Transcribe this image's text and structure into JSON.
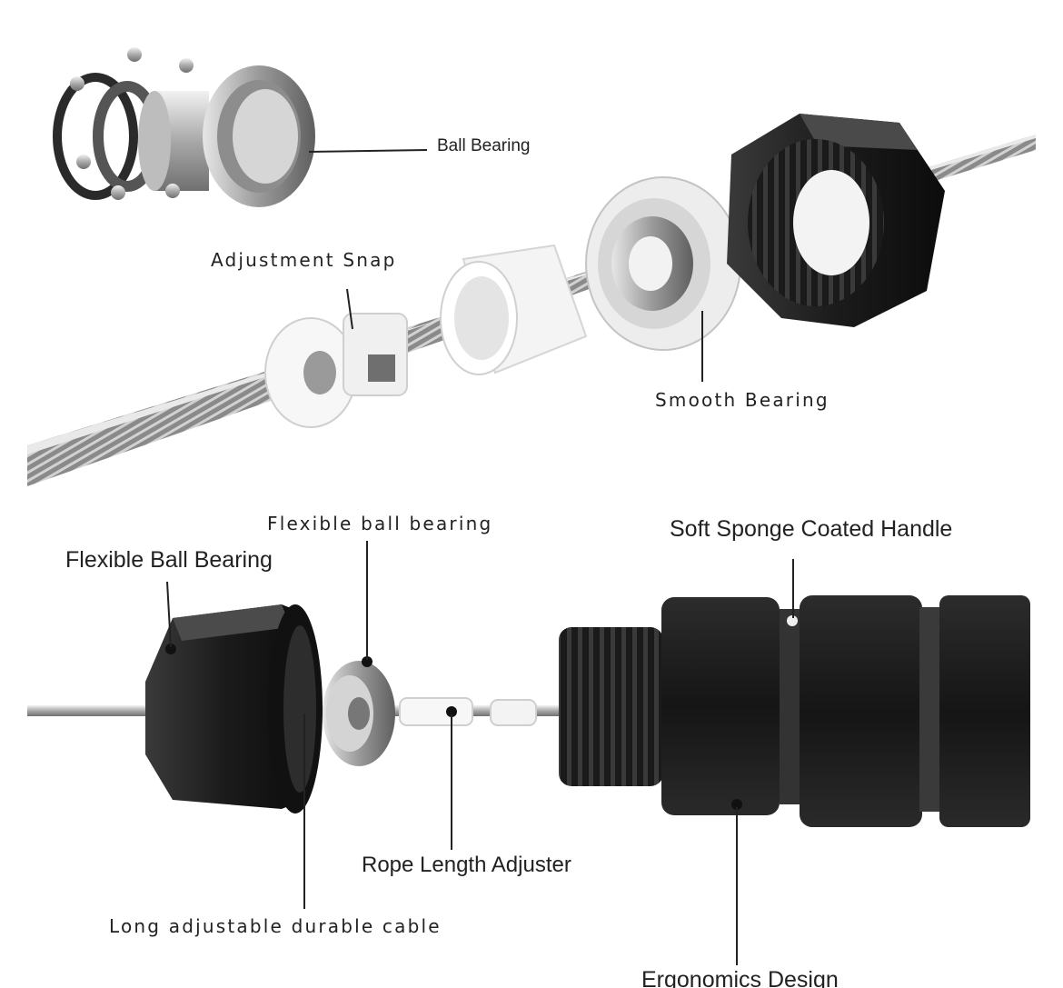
{
  "labels": {
    "ball_bearing": "Ball Bearing",
    "adjustment_snap": "Adjustment Snap",
    "smooth_bearing": "Smooth Bearing",
    "flexible_ball_bearing_upper": "Flexible ball bearing",
    "flexible_ball_bearing": "Flexible Ball Bearing",
    "soft_sponge_handle": "Soft Sponge Coated Handle",
    "rope_length_adjuster": "Rope Length Adjuster",
    "long_cable": "Long adjustable durable cable",
    "ergonomics_design": "Ergonomics Design"
  },
  "colors": {
    "background": "#ffffff",
    "text": "#222222",
    "handle": "#1c1c1c",
    "metal": "#c9c9c9",
    "white_part": "#f4f4f4"
  }
}
